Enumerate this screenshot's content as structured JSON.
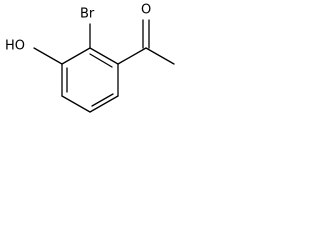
{
  "structure": {
    "atoms": {
      "bromine": "Br",
      "hydroxyl": "HO",
      "carbonyl_oxygen": "O"
    }
  }
}
